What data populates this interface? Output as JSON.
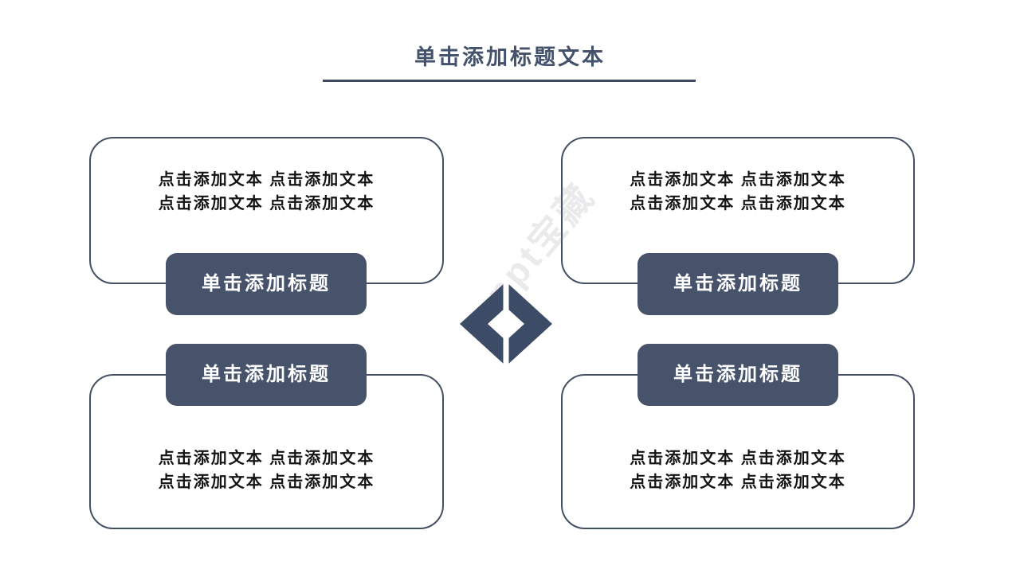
{
  "slide": {
    "title": "单击添加标题文本",
    "watermark": "ppt宝藏",
    "colors": {
      "accent": "#44526b",
      "box_border": "#454f63",
      "badge_background": "#47536b",
      "badge_text": "#ffffff",
      "diamond": "#3d4c66",
      "body_text": "#141414",
      "background": "#ffffff"
    },
    "quadrants": [
      {
        "position": "top-left",
        "badge_label": "单击添加标题",
        "body_line1": "点击添加文本 点击添加文本",
        "body_line2": "点击添加文本 点击添加文本"
      },
      {
        "position": "top-right",
        "badge_label": "单击添加标题",
        "body_line1": "点击添加文本 点击添加文本",
        "body_line2": "点击添加文本 点击添加文本"
      },
      {
        "position": "bottom-left",
        "badge_label": "单击添加标题",
        "body_line1": "点击添加文本 点击添加文本",
        "body_line2": "点击添加文本 点击添加文本"
      },
      {
        "position": "bottom-right",
        "badge_label": "单击添加标题",
        "body_line1": "点击添加文本 点击添加文本",
        "body_line2": "点击添加文本 点击添加文本"
      }
    ]
  }
}
